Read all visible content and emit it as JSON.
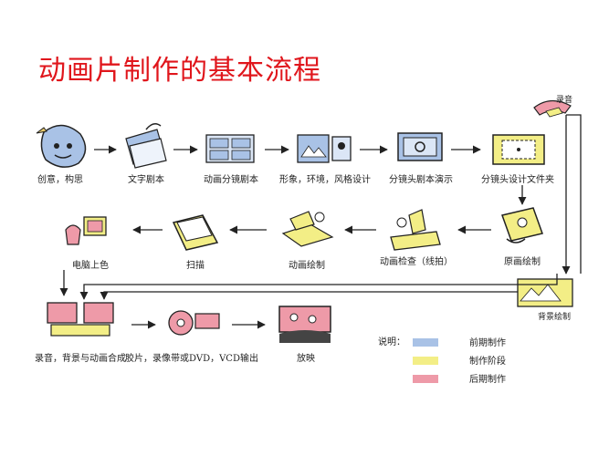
{
  "title": "动画片制作的基本流程",
  "colors": {
    "title": "#e0161c",
    "pre_production": "#a9c2e6",
    "production": "#f3ee86",
    "post_production": "#ee9aa8"
  },
  "steps": {
    "idea": "创意，构思",
    "script": "文字剧本",
    "storyboard": "动画分镜剧本",
    "design": "形象，环境，风格设计",
    "storyboard_demo": "分镜头剧本演示",
    "layout_folder": "分镜头设计文件夹",
    "recording": "录音",
    "key_animation": "原画绘制",
    "check": "动画检查（线拍）",
    "inbetween": "动画绘制",
    "scan": "扫描",
    "coloring": "电脑上色",
    "background": "背景绘制",
    "compositing": "录音，背景与动画合成",
    "output": "胶片，录像带或DVD，VCD输出",
    "screening": "放映"
  },
  "legend": {
    "title": "说明：",
    "items": [
      {
        "label": "前期制作",
        "color": "#a9c2e6"
      },
      {
        "label": "制作阶段",
        "color": "#f3ee86"
      },
      {
        "label": "后期制作",
        "color": "#ee9aa8"
      }
    ]
  }
}
